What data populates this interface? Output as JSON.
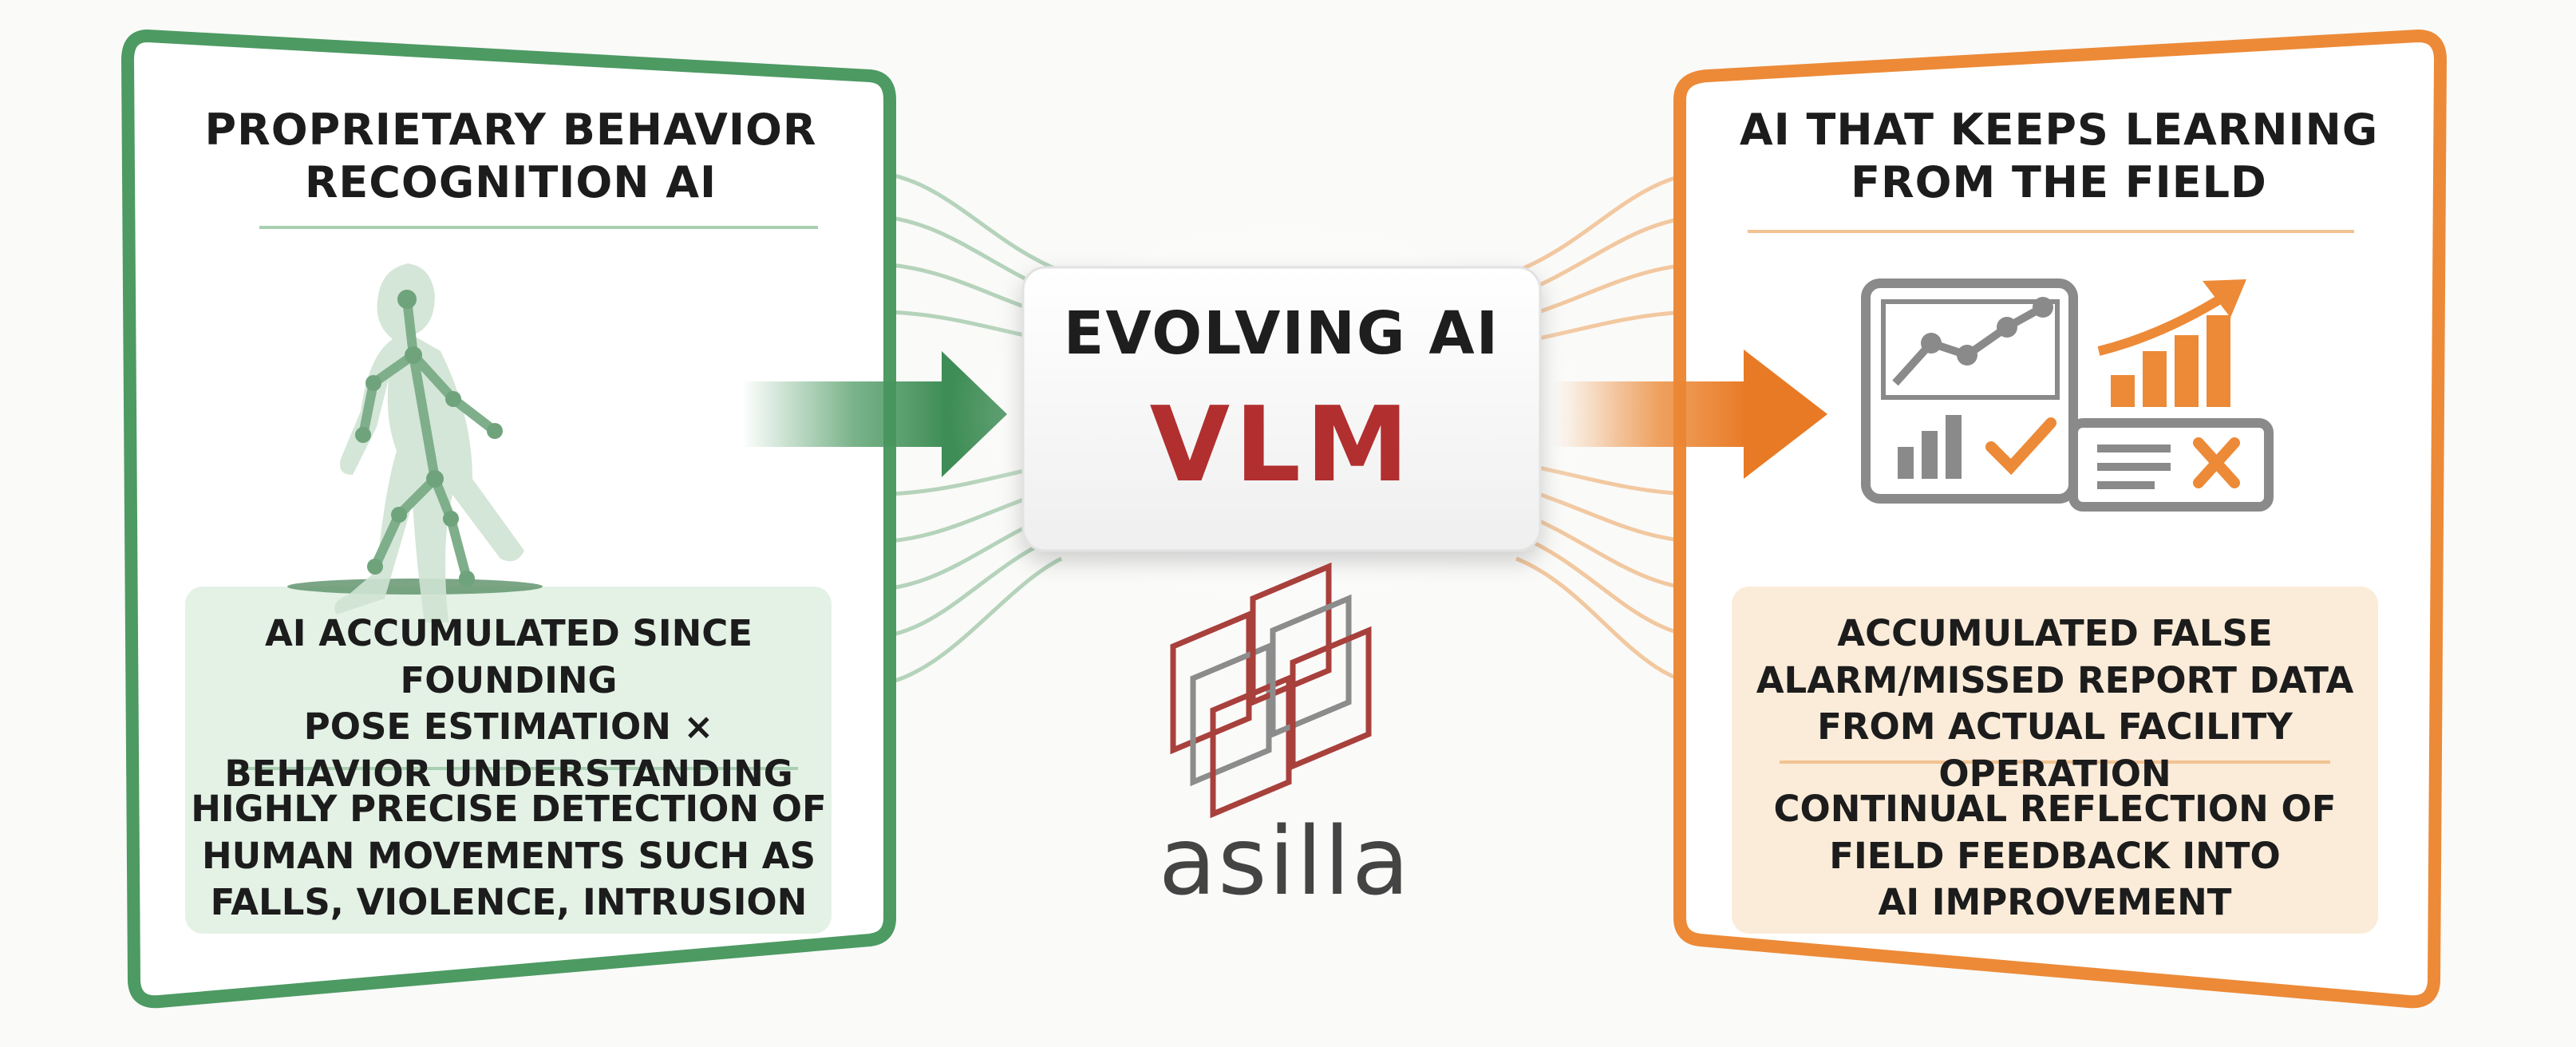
{
  "colors": {
    "green": "#4d9a63",
    "green_light": "#e4f2e6",
    "orange": "#ec8a38",
    "orange_light": "#fbecd9",
    "vlm_red": "#b22f2f",
    "logo_red": "#a8403c",
    "logo_gray": "#8c8c8c"
  },
  "left_panel": {
    "title_line1": "PROPRIETARY BEHAVIOR",
    "title_line2": "RECOGNITION AI",
    "icon": "walking-pose-skeleton-icon",
    "info_line1": "AI ACCUMULATED SINCE FOUNDING",
    "info_line2": "POSE ESTIMATION ×",
    "info_line3": "BEHAVIOR UNDERSTANDING",
    "detail_line1": "HIGHLY PRECISE DETECTION OF",
    "detail_line2": "HUMAN MOVEMENTS SUCH AS",
    "detail_line3": "FALLS, VIOLENCE, INTRUSION"
  },
  "center": {
    "subtitle": "EVOLVING AI",
    "title": "VLM",
    "logo_icon": "asilla-logo-icon",
    "logo_text": "asilla"
  },
  "right_panel": {
    "title_line1": "AI THAT KEEPS LEARNING",
    "title_line2": "FROM THE FIELD",
    "icon": "analytics-dashboard-icon",
    "info_line1": "ACCUMULATED FALSE",
    "info_line2": "ALARM/MISSED REPORT DATA",
    "info_line3": "FROM ACTUAL FACILITY OPERATION",
    "detail_line1": "CONTINUAL REFLECTION OF",
    "detail_line2": "FIELD FEEDBACK INTO",
    "detail_line3": "AI IMPROVEMENT"
  }
}
